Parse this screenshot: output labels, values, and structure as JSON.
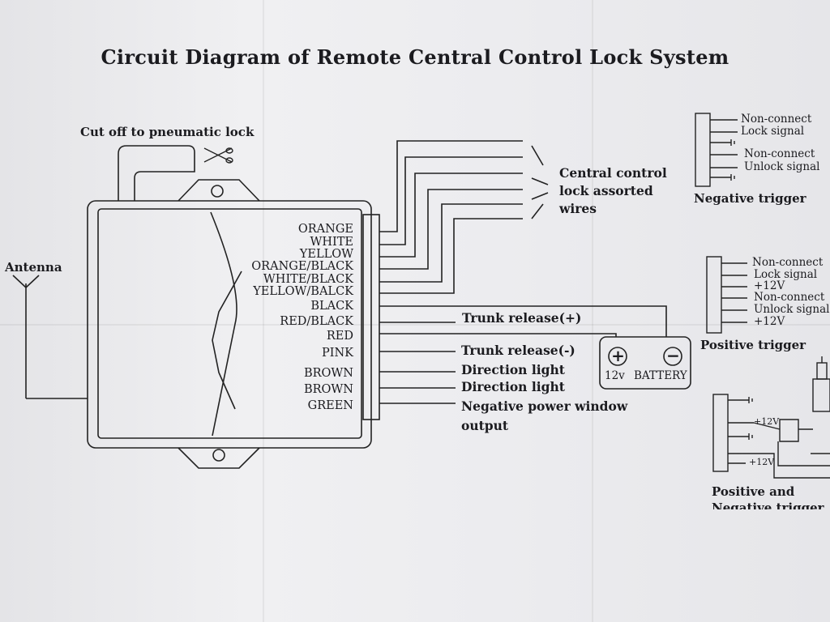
{
  "title": "Circuit Diagram of Remote Central Control Lock System",
  "cut_off_label": "Cut off to pneumatic lock",
  "antenna_label": "Antenna",
  "wires": [
    "ORANGE",
    "WHITE",
    "YELLOW",
    "ORANGE/BLACK",
    "WHITE/BLACK",
    "YELLOW/BALCK",
    "BLACK",
    "RED/BLACK",
    "RED",
    "PINK",
    "BROWN",
    "BROWN",
    "GREEN"
  ],
  "central_lock_label": [
    "Central control",
    "lock assorted",
    "wires"
  ],
  "functions": {
    "trunk_plus": "Trunk release(+)",
    "trunk_minus": "Trunk release(-)",
    "direction_1": "Direction light",
    "direction_2": "Direction light",
    "power_window": [
      "Negative power window",
      "output"
    ]
  },
  "battery": {
    "plus": "+",
    "minus": "−",
    "voltage": "12v",
    "label": "BATTERY"
  },
  "negative_trigger": {
    "title": "Negative trigger",
    "lines": [
      "Non-connect",
      "Lock signal",
      "Non-connect",
      "Unlock signal"
    ]
  },
  "positive_trigger": {
    "title": "Positive trigger",
    "lines": [
      "Non-connect",
      "Lock signal",
      "+12V",
      "Non-connect",
      "Unlock signal",
      "+12V"
    ]
  },
  "pos_neg_trigger": {
    "title": [
      "Positive and",
      "Negative trigger"
    ],
    "labels": [
      "+12V",
      "+12V"
    ]
  }
}
